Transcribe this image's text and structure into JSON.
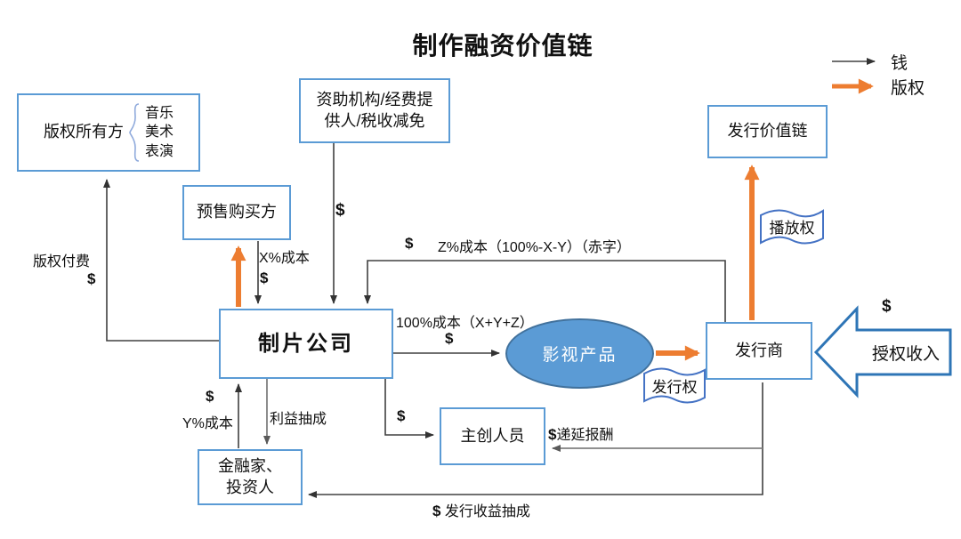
{
  "diagram": {
    "title": "制作融资价值链"
  },
  "legend": {
    "money": {
      "label": "钱",
      "color": "#404040"
    },
    "copyright": {
      "label": "版权",
      "color": "#ED7D31"
    }
  },
  "colors": {
    "box_border": "#5B9BD5",
    "ellipse_fill": "#5B9BD5",
    "ellipse_border": "#41719C",
    "orange": "#ED7D31",
    "black": "#404040",
    "gray": "#808080",
    "banner_border": "#4472C4",
    "block_arrow_border": "#2E75B6"
  },
  "nodes": {
    "copyright_owners": {
      "label": "版权所有方",
      "items": [
        "音乐",
        "美术",
        "表演"
      ]
    },
    "funding": {
      "label": "资助机构/经费提\n供人/税收减免"
    },
    "presale": {
      "label": "预售购买方"
    },
    "production": {
      "label": "制片公司"
    },
    "financiers": {
      "label": "金融家、\n投资人"
    },
    "creators": {
      "label": "主创人员"
    },
    "product": {
      "label": "影视产品"
    },
    "distributor": {
      "label": "发行商"
    },
    "distribution_chain": {
      "label": "发行价值链"
    },
    "license_income": {
      "label": "授权收入",
      "dollar": "$"
    }
  },
  "banners": {
    "distribution_rights": {
      "label": "发行权"
    },
    "broadcast_rights": {
      "label": "播放权"
    }
  },
  "edge_labels": {
    "copyright_fee": {
      "text": "版权付费",
      "dollar": "$"
    },
    "x_cost": {
      "text": "X%成本",
      "dollar": "$"
    },
    "funding_dollar": {
      "dollar": "$"
    },
    "z_cost": {
      "dollar": "$",
      "text": "Z%成本（100%-X-Y）（赤字）"
    },
    "full_cost": {
      "text": "100%成本（X+Y+Z）",
      "dollar": "$"
    },
    "y_cost": {
      "dollar": "$",
      "text": "Y%成本"
    },
    "profit_share": {
      "text": "利益抽成"
    },
    "creators_dollar": {
      "dollar": "$"
    },
    "deferred_pay": {
      "dollar": "$",
      "text": "递延报酬"
    },
    "distribution_share": {
      "dollar": "$",
      "text": " 发行收益抽成"
    }
  }
}
